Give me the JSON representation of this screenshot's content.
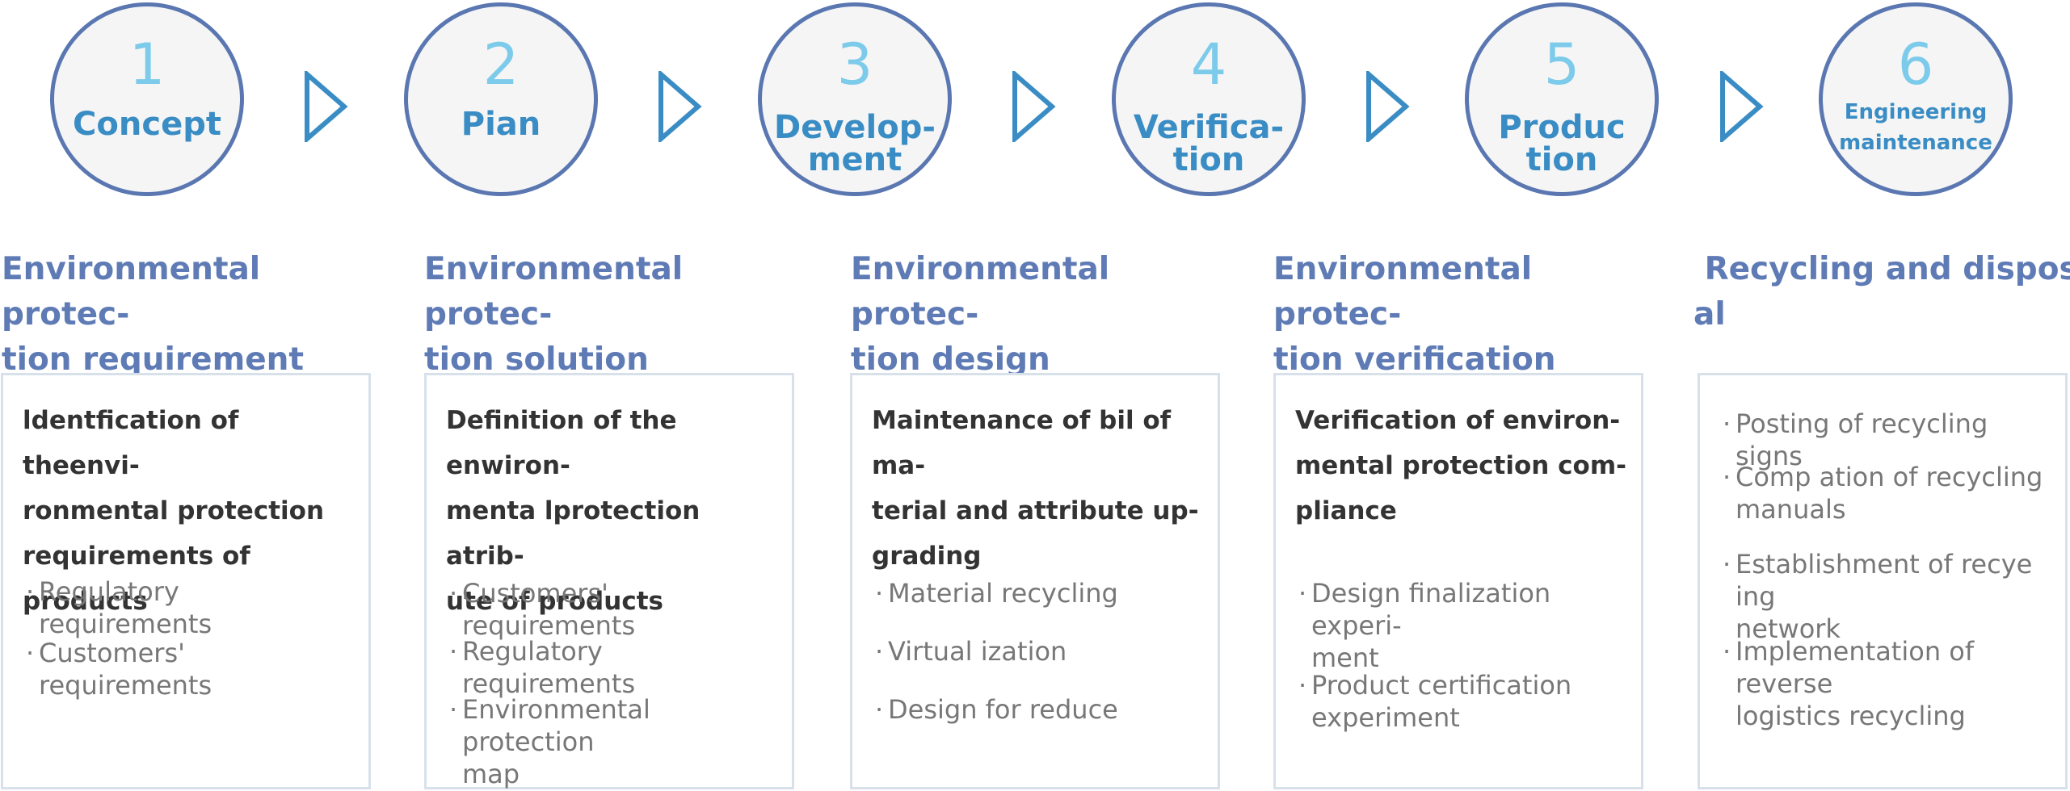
{
  "steps": [
    {
      "number": "1",
      "name": "Concept"
    },
    {
      "number": "2",
      "name": "Pian"
    },
    {
      "number": "3",
      "name": "Develop-\nment"
    },
    {
      "number": "4",
      "name": "Verifica-\ntion"
    },
    {
      "number": "5",
      "name": "Produc\ntion"
    },
    {
      "number": "6",
      "name": "Engineering\nmaintenance"
    }
  ],
  "stages": [
    {
      "heading": "Environmental protec-\ntion requirement",
      "title": "ldentfication of theenvi-\nronmental protection\nrequirements of products",
      "items": [
        "Regulatory requirements",
        "Customers' requirements"
      ]
    },
    {
      "heading": "Environmental protec-\ntion solution",
      "title": "Definition of the enwiron-\nmenta lprotection atrib-\nute of products",
      "items": [
        "Customers' requirements",
        "Regulatory requirements",
        "Environmental protection\nmap"
      ]
    },
    {
      "heading": "Environmental protec-\ntion design",
      "title": "Maintenance of bil of ma-\nterial and attribute up-\ngrading",
      "items": [
        "Material recycling",
        "Virtual ization",
        "Design for reduce"
      ]
    },
    {
      "heading": "Environmental protec-\ntion verification",
      "title": "Verification of environ-\nmental protection com-\npliance",
      "items": [
        "Design finalization experi-\nment",
        "Product certification\nexperiment"
      ]
    },
    {
      "heading": " Recycling and dispos-\nal",
      "title": "",
      "items": [
        "Posting of recycling signs",
        "Comp ation of recycling\nmanuals",
        "Establishment of recye ing\nnetwork",
        "Implementation of reverse\nlogistics recycling"
      ]
    }
  ],
  "bullet": "·",
  "colors": {
    "circle_border": "#5a77b1",
    "number": "#7dcbea",
    "step_name": "#3a8dc4",
    "heading": "#5f7bb5",
    "arrow": "#3a8dc4"
  }
}
